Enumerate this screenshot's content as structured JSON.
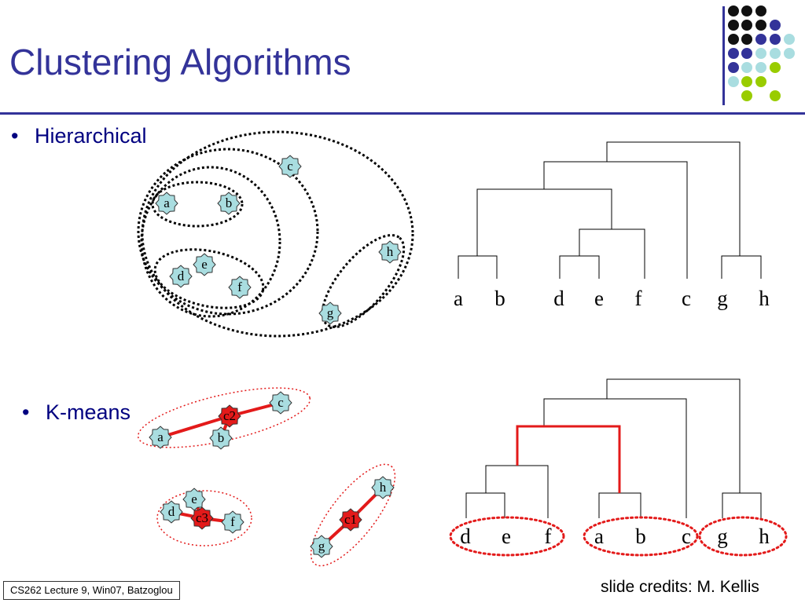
{
  "slide": {
    "title": "Clustering Algorithms",
    "bullets": [
      {
        "mark": "•",
        "text": "Hierarchical"
      },
      {
        "mark": "•",
        "text": "K-means"
      }
    ],
    "footer": "CS262 Lecture 9, Win07, Batzoglou",
    "credits": "slide credits: M. Kellis"
  },
  "colors": {
    "title": "#333399",
    "node_fill": "#a9dde0",
    "centroid_fill": "#e31a1a",
    "highlight": "#e31a1a",
    "deco_dark": "#111111",
    "deco_navy": "#333399",
    "deco_light": "#a9dde0",
    "deco_green": "#99cc00"
  },
  "hierarchical": {
    "points": [
      "a",
      "b",
      "c",
      "d",
      "e",
      "f",
      "g",
      "h"
    ],
    "dendrogram_leaves": [
      "a",
      "b",
      "d",
      "e",
      "f",
      "c",
      "g",
      "h"
    ]
  },
  "kmeans": {
    "points": [
      "a",
      "b",
      "c",
      "d",
      "e",
      "f",
      "g",
      "h"
    ],
    "centroids": [
      "c1",
      "c2",
      "c3"
    ],
    "dendrogram_leaves": [
      "d",
      "e",
      "f",
      "a",
      "b",
      "c",
      "g",
      "h"
    ]
  }
}
